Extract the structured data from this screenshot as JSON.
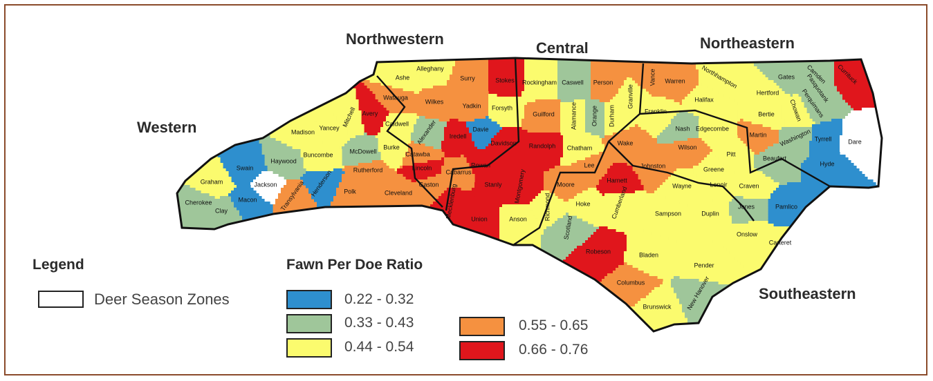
{
  "regions": {
    "northwestern": "Northwestern",
    "central": "Central",
    "northeastern": "Northeastern",
    "western": "Western",
    "southeastern": "Southeastern"
  },
  "legend": {
    "title": "Legend",
    "zones_label": "Deer Season Zones",
    "ratio_title": "Fawn Per Doe Ratio",
    "classes": [
      {
        "label": "0.22 - 0.32",
        "color": "#2e8fce"
      },
      {
        "label": "0.33 - 0.43",
        "color": "#9fc69a"
      },
      {
        "label": "0.44 - 0.54",
        "color": "#fbfb6e"
      },
      {
        "label": "0.55 - 0.65",
        "color": "#f59140"
      },
      {
        "label": "0.66 - 0.76",
        "color": "#e0161c"
      }
    ]
  },
  "counties": [
    {
      "name": "Alleghany",
      "class": 2
    },
    {
      "name": "Ashe",
      "class": 2
    },
    {
      "name": "Surry",
      "class": 3
    },
    {
      "name": "Stokes",
      "class": 4
    },
    {
      "name": "Rockingham",
      "class": 2
    },
    {
      "name": "Caswell",
      "class": 1
    },
    {
      "name": "Person",
      "class": 3
    },
    {
      "name": "Granville",
      "class": 2
    },
    {
      "name": "Vance",
      "class": 3
    },
    {
      "name": "Warren",
      "class": 3
    },
    {
      "name": "Northhampton",
      "class": 2
    },
    {
      "name": "Gates",
      "class": 1
    },
    {
      "name": "Hertford",
      "class": 2
    },
    {
      "name": "Camden",
      "class": 1
    },
    {
      "name": "Pasquotank",
      "class": 1
    },
    {
      "name": "Perquimans",
      "class": 1
    },
    {
      "name": "Chowan",
      "class": 2
    },
    {
      "name": "Currituck",
      "class": 4
    },
    {
      "name": "Wilkes",
      "class": 3
    },
    {
      "name": "Watauga",
      "class": 3
    },
    {
      "name": "Yadkin",
      "class": 3
    },
    {
      "name": "Forsyth",
      "class": 2
    },
    {
      "name": "Guilford",
      "class": 3
    },
    {
      "name": "Alamance",
      "class": 2
    },
    {
      "name": "Orange",
      "class": 1
    },
    {
      "name": "Durham",
      "class": 2
    },
    {
      "name": "Franklin",
      "class": 2
    },
    {
      "name": "Halifax",
      "class": 2
    },
    {
      "name": "Bertie",
      "class": 2
    },
    {
      "name": "Avery",
      "class": 4
    },
    {
      "name": "Mitchell",
      "class": 2
    },
    {
      "name": "Caldwell",
      "class": 2
    },
    {
      "name": "Alexander",
      "class": 1
    },
    {
      "name": "Iredell",
      "class": 4
    },
    {
      "name": "Davie",
      "class": 0
    },
    {
      "name": "Davidson",
      "class": 4
    },
    {
      "name": "Randolph",
      "class": 4
    },
    {
      "name": "Chatham",
      "class": 2
    },
    {
      "name": "Wake",
      "class": 3
    },
    {
      "name": "Nash",
      "class": 1
    },
    {
      "name": "Edgecombe",
      "class": 2
    },
    {
      "name": "Martin",
      "class": 3
    },
    {
      "name": "Washington",
      "class": 1
    },
    {
      "name": "Tyrrell",
      "class": 0
    },
    {
      "name": "Dare",
      "class": 5
    },
    {
      "name": "Madison",
      "class": 2
    },
    {
      "name": "Yancey",
      "class": 2
    },
    {
      "name": "Burke",
      "class": 2
    },
    {
      "name": "McDowell",
      "class": 1
    },
    {
      "name": "Buncombe",
      "class": 2
    },
    {
      "name": "Catawba",
      "class": 3
    },
    {
      "name": "Rowan",
      "class": 4
    },
    {
      "name": "Lee",
      "class": 3
    },
    {
      "name": "Johnston",
      "class": 3
    },
    {
      "name": "Wilson",
      "class": 3
    },
    {
      "name": "Pitt",
      "class": 2
    },
    {
      "name": "Beaufort",
      "class": 1
    },
    {
      "name": "Hyde",
      "class": 0
    },
    {
      "name": "Haywood",
      "class": 1
    },
    {
      "name": "Swain",
      "class": 0
    },
    {
      "name": "Rutherford",
      "class": 3
    },
    {
      "name": "Lincoln",
      "class": 4
    },
    {
      "name": "Cabarrus",
      "class": 3
    },
    {
      "name": "Stanly",
      "class": 4
    },
    {
      "name": "Montgomery",
      "class": 4
    },
    {
      "name": "Moore",
      "class": 3
    },
    {
      "name": "Harnett",
      "class": 4
    },
    {
      "name": "Greene",
      "class": 2
    },
    {
      "name": "Graham",
      "class": 2
    },
    {
      "name": "Jackson",
      "class": 5
    },
    {
      "name": "Transylvania",
      "class": 3
    },
    {
      "name": "Henderson",
      "class": 0
    },
    {
      "name": "Polk",
      "class": 3
    },
    {
      "name": "Cleveland",
      "class": 3
    },
    {
      "name": "Gaston",
      "class": 3
    },
    {
      "name": "Mecklenburg",
      "class": 4
    },
    {
      "name": "Wayne",
      "class": 2
    },
    {
      "name": "Lenoir",
      "class": 2
    },
    {
      "name": "Craven",
      "class": 2
    },
    {
      "name": "Pamlico",
      "class": 0
    },
    {
      "name": "Cherokee",
      "class": 1
    },
    {
      "name": "Clay",
      "class": 1
    },
    {
      "name": "Macon",
      "class": 0
    },
    {
      "name": "Union",
      "class": 4
    },
    {
      "name": "Anson",
      "class": 2
    },
    {
      "name": "Richmond",
      "class": 2
    },
    {
      "name": "Scotland",
      "class": 1
    },
    {
      "name": "Hoke",
      "class": 2
    },
    {
      "name": "Cumberland",
      "class": 2
    },
    {
      "name": "Sampson",
      "class": 2
    },
    {
      "name": "Duplin",
      "class": 2
    },
    {
      "name": "Jones",
      "class": 1
    },
    {
      "name": "Onslow",
      "class": 2
    },
    {
      "name": "Carteret",
      "class": 2
    },
    {
      "name": "Robeson",
      "class": 4
    },
    {
      "name": "Bladen",
      "class": 2
    },
    {
      "name": "Pender",
      "class": 2
    },
    {
      "name": "Columbus",
      "class": 3
    },
    {
      "name": "Brunswick",
      "class": 2
    },
    {
      "name": "New Hanover",
      "class": 1
    }
  ]
}
